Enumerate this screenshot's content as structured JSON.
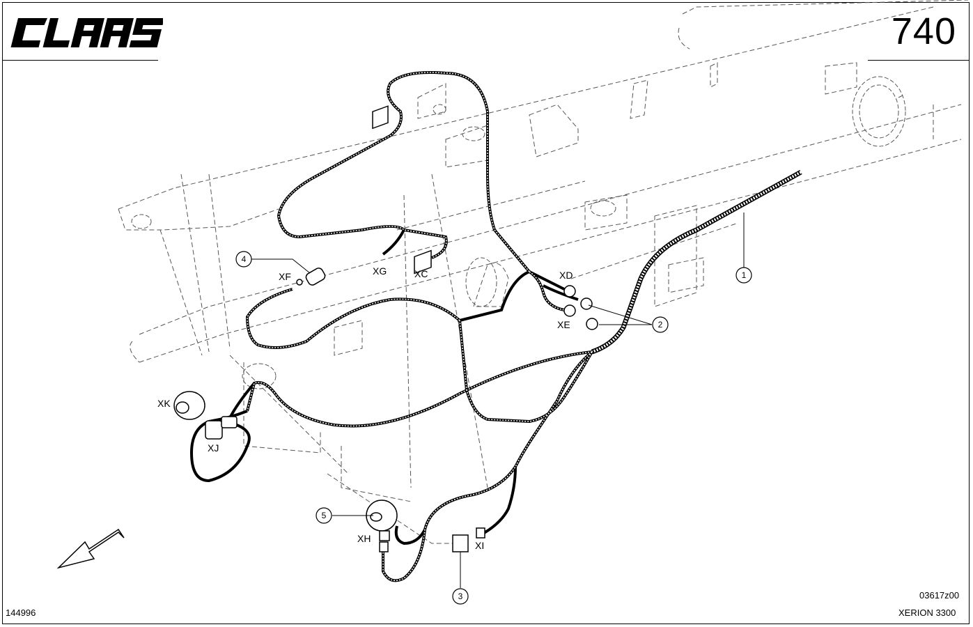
{
  "brand": "CLAAS",
  "page_number": "740",
  "drawing_id": "03617z00",
  "model": "XERION 3300",
  "catalog_number": "144996",
  "connectors": [
    "XF",
    "XG",
    "XC",
    "XD",
    "XE",
    "XK",
    "XJ",
    "XH",
    "XI"
  ],
  "callouts": [
    "1",
    "2",
    "3",
    "4",
    "5"
  ],
  "colors": {
    "ink": "#000000",
    "background": "#ffffff",
    "frame_dash": "#555555"
  }
}
